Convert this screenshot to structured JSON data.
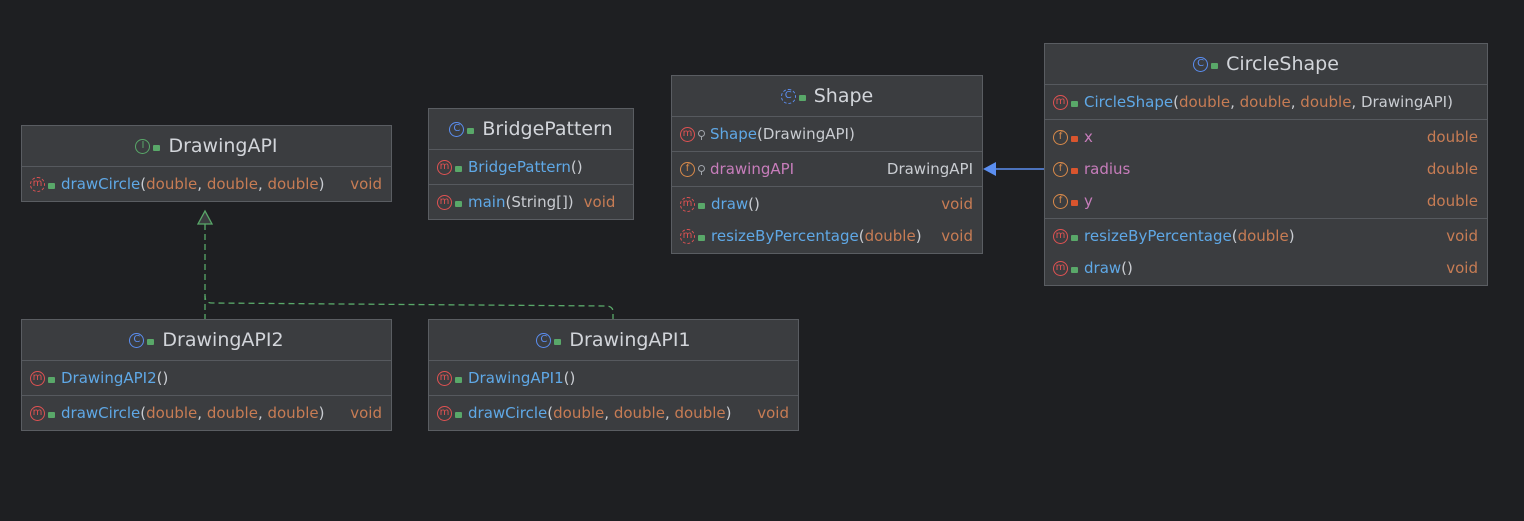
{
  "colors": {
    "background": "#1e1f22",
    "box_fill": "#3b3d40",
    "method_name": "#5fa8e6",
    "param_type": "#c77c54",
    "field_name": "#c77dbb",
    "realization_edge": "#59a869",
    "association_edge": "#5b8ef0"
  },
  "classes": {
    "drawingapi": {
      "name": "DrawingAPI",
      "kind_icon": "interface-icon",
      "methods": [
        {
          "name": "drawCircle",
          "p1": "double",
          "p2": "double",
          "p3": "double",
          "ret": "void"
        }
      ]
    },
    "bridgepattern": {
      "name": "BridgePattern",
      "kind_icon": "class-icon",
      "constructors": [
        {
          "name": "BridgePattern",
          "args": "()"
        }
      ],
      "methods": [
        {
          "name": "main",
          "args": "(String[])",
          "ret": "void"
        }
      ]
    },
    "shape": {
      "name": "Shape",
      "kind_icon": "abstract-class-icon",
      "constructors": [
        {
          "name": "Shape",
          "args": "(DrawingAPI)"
        }
      ],
      "fields": [
        {
          "name": "drawingAPI",
          "type": "DrawingAPI"
        }
      ],
      "methods": [
        {
          "name": "draw",
          "args": "()",
          "ret": "void"
        },
        {
          "name": "resizeByPercentage",
          "p1": "double",
          "ret": "void"
        }
      ]
    },
    "circleshape": {
      "name": "CircleShape",
      "kind_icon": "class-icon",
      "constructors": [
        {
          "name": "CircleShape",
          "p1": "double",
          "p2": "double",
          "p3": "double",
          "p4": "DrawingAPI"
        }
      ],
      "fields": [
        {
          "name": "x",
          "type": "double"
        },
        {
          "name": "radius",
          "type": "double"
        },
        {
          "name": "y",
          "type": "double"
        }
      ],
      "methods": [
        {
          "name": "resizeByPercentage",
          "p1": "double",
          "ret": "void"
        },
        {
          "name": "draw",
          "args": "()",
          "ret": "void"
        }
      ]
    },
    "drawingapi2": {
      "name": "DrawingAPI2",
      "kind_icon": "class-icon",
      "constructors": [
        {
          "name": "DrawingAPI2",
          "args": "()"
        }
      ],
      "methods": [
        {
          "name": "drawCircle",
          "p1": "double",
          "p2": "double",
          "p3": "double",
          "ret": "void"
        }
      ]
    },
    "drawingapi1": {
      "name": "DrawingAPI1",
      "kind_icon": "class-icon",
      "constructors": [
        {
          "name": "DrawingAPI1",
          "args": "()"
        }
      ],
      "methods": [
        {
          "name": "drawCircle",
          "p1": "double",
          "p2": "double",
          "p3": "double",
          "ret": "void"
        }
      ]
    }
  },
  "glyphs": {
    "class": "C",
    "interface": "I",
    "method": "m",
    "field": "f"
  },
  "punct": {
    "open": "(",
    "close": ")",
    "comma": ", "
  }
}
